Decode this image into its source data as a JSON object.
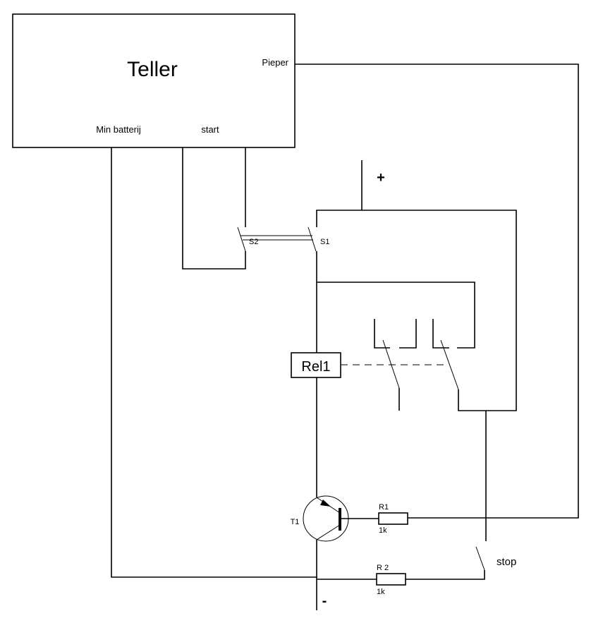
{
  "diagram": {
    "type": "circuit schematic",
    "colors": {
      "line": "#000000",
      "background": "#ffffff"
    },
    "counter_block": {
      "title": "Teller",
      "ports": {
        "buzzer": "Pieper",
        "low_battery": "Min batterij",
        "start": "start"
      }
    },
    "supply": {
      "positive": "+",
      "negative": "-"
    },
    "switches": {
      "s1": "S1",
      "s2": "S2",
      "stop": "stop"
    },
    "relay": {
      "label": "Rel1"
    },
    "transistor": {
      "label": "T1"
    },
    "resistors": [
      {
        "label": "R1",
        "value": "1k"
      },
      {
        "label": "R 2",
        "value": "1k"
      }
    ]
  }
}
